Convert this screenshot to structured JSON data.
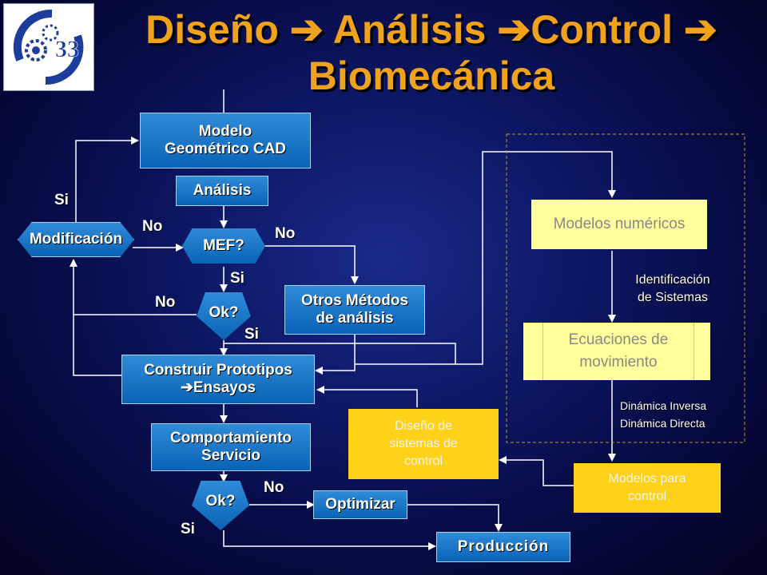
{
  "title": {
    "line1": "Diseño  Análisis Control  ",
    "line2": "Biomecánica"
  },
  "boxes": {
    "modelo_cad": "Modelo\nGeométrico CAD",
    "analisis": "Análisis",
    "mef": "MEF?",
    "modificacion": "Modificación",
    "ok1": "Ok?",
    "otros_metodos": "Otros Métodos\nde análisis",
    "prototipos_line1": "Construir Prototipos",
    "prototipos_line2": "Ensayos",
    "comportamiento": "Comportamiento\nServicio",
    "ok2": "Ok?",
    "optimizar": "Optimizar",
    "produccion": "Producción",
    "diseno_control": "Diseño de\nsistemas de\ncontrol",
    "modelos_numericos": "Modelos numéricos",
    "ecuaciones": "Ecuaciones de\nmovimiento",
    "modelos_control": "Modelos para\ncontrol"
  },
  "labels": {
    "si_modificacion": "Si",
    "no_modificacion": "No",
    "no_mef": "No",
    "si_mef": "Si",
    "no_ok1": "No",
    "si_ok1": "Si",
    "no_ok2": "No",
    "si_ok2": "Si",
    "identificacion": "Identificación\nde Sistemas",
    "dinamica_inversa": "Dinámica Inversa",
    "dinamica_directa": "Dinámica Directa"
  },
  "colors": {
    "title": "#f0a21a",
    "process_box": "#1a78c8",
    "control_box": "#ffd21a",
    "model_box": "#ffff9c"
  }
}
